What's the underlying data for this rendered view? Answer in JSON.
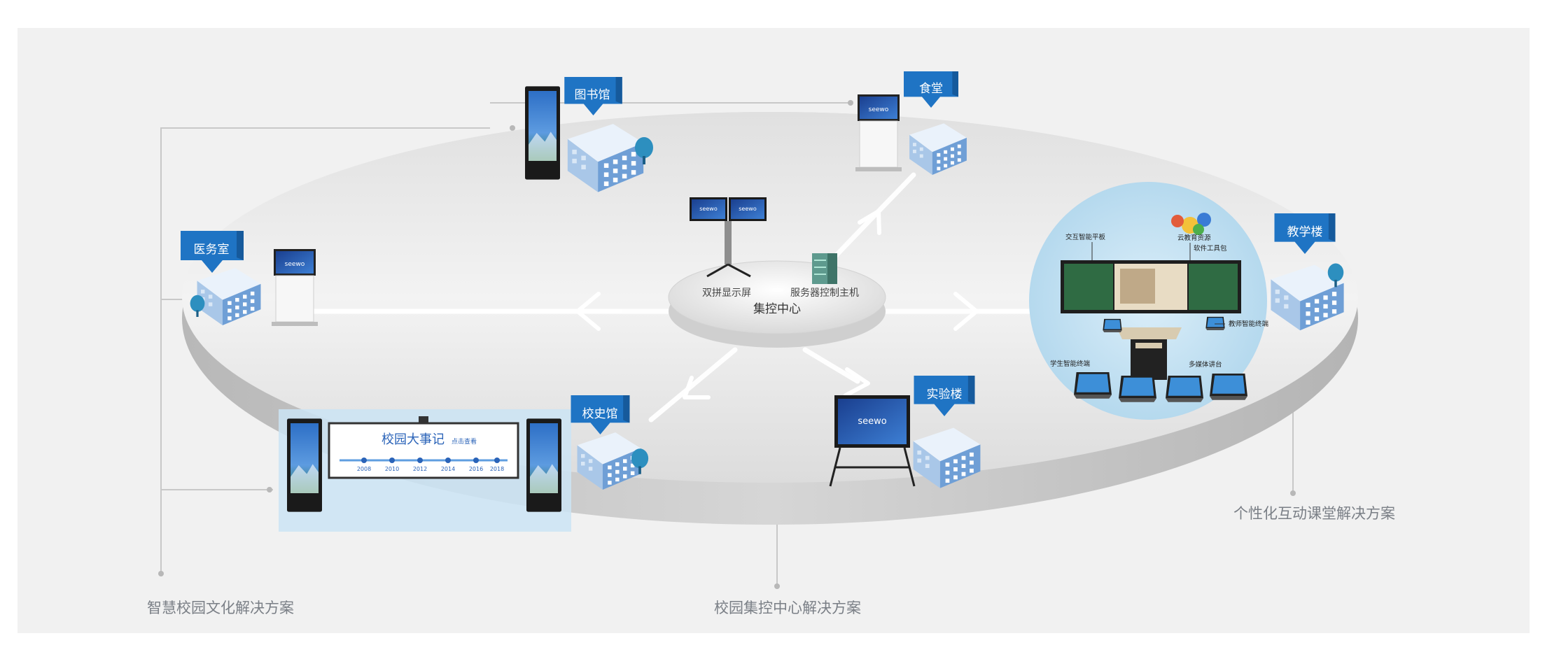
{
  "colors": {
    "background": "#f1f1f1",
    "platform_top": "#e8e8e8",
    "platform_side": "#c9c9c9",
    "flag": "#1f74c4",
    "building_light": "#d6e6f6",
    "building_dark": "#7fa8d6",
    "tree": "#2d8fbf",
    "screen": "#1b4fa0",
    "connector": "#c8c8c8",
    "classroom_zone": "#c9e3f3"
  },
  "buildings": {
    "library": "图书馆",
    "cafeteria": "食堂",
    "clinic": "医务室",
    "history_hall": "校史馆",
    "lab": "实验楼",
    "teaching": "教学楼"
  },
  "center": {
    "title": "集控中心",
    "dual_screen_label": "双拼显示屏",
    "server_label": "服务器控制主机"
  },
  "screen_brand": "seewo",
  "timeline_board": {
    "title": "校园大事记",
    "subtitle": "点击查看",
    "years": [
      "2008",
      "2010",
      "2012",
      "2014",
      "2016",
      "2018"
    ]
  },
  "classroom": {
    "interactive_panel": "交互智能平板",
    "cloud_resources": "云教育资源",
    "software_tools": "软件工具包",
    "teacher_terminal": "教师智能终端",
    "student_terminal": "学生智能终端",
    "lectern": "多媒体讲台"
  },
  "solutions": {
    "culture": "智慧校园文化解决方案",
    "control": "校园集控中心解决方案",
    "classroom": "个性化互动课堂解决方案"
  }
}
